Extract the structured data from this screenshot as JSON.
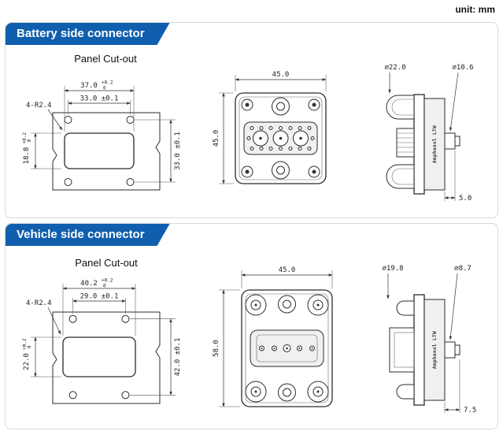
{
  "unit_label": "unit: mm",
  "battery": {
    "header": "Battery side connector",
    "cutout_title": "Panel Cut-out",
    "cutout": {
      "width_value": "37.0",
      "width_tol_plus": "+0.2",
      "width_tol_minus": "0",
      "hole_h_spacing": "33.0 ±0.1",
      "corner_callout": "4-R2.4",
      "height_value": "18.8",
      "height_tol_plus": "+0.2",
      "height_tol_minus": "0",
      "hole_v_spacing": "33.0 ±0.1"
    },
    "front": {
      "width": "45.0",
      "height": "45.0"
    },
    "side": {
      "dia_large": "⌀22.0",
      "dia_small": "⌀10.6",
      "flange_offset": "5.0",
      "brand": "Amphenol LTW"
    }
  },
  "vehicle": {
    "header": "Vehicle side connector",
    "cutout_title": "Panel Cut-out",
    "cutout": {
      "width_value": "40.2",
      "width_tol_plus": "+0.2",
      "width_tol_minus": "0",
      "hole_h_spacing": "29.0 ±0.1",
      "corner_callout": "4-R2.4",
      "height_value": "22.0",
      "height_tol_plus": "+0.2",
      "height_tol_minus": "0",
      "hole_v_spacing": "42.0 ±0.1"
    },
    "front": {
      "width": "45.0",
      "height": "58.0"
    },
    "side": {
      "dia_large": "⌀19.8",
      "dia_small": "⌀8.7",
      "flange_offset": "7.5",
      "brand": "Amphenol LTW"
    }
  }
}
